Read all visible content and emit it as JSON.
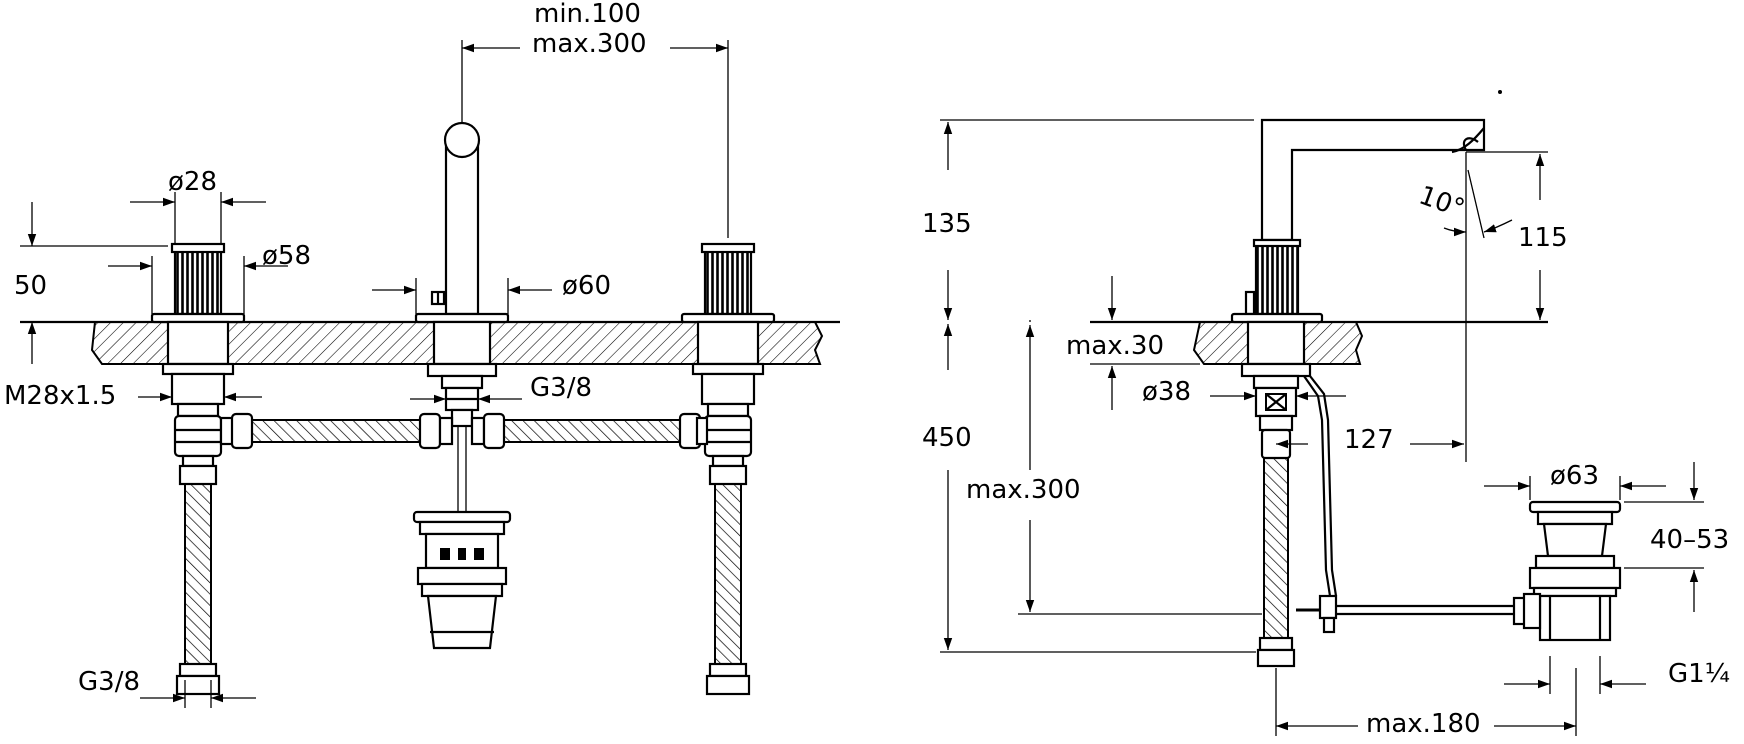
{
  "labels": {
    "min_100": "min.100",
    "max_300_top": "max.300",
    "d28": "ø28",
    "d58": "ø58",
    "d60": "ø60",
    "h50": "50",
    "m28": "M28x1.5",
    "g38_center": "G3/8",
    "g38_left": "G3/8",
    "h135": "135",
    "h115": "115",
    "ang10": "10°",
    "max30": "max.30",
    "d38": "ø38",
    "h450": "450",
    "max300_side": "max.300",
    "l127": "127",
    "d63": "ø63",
    "r40_53": "40–53",
    "g114": "G1¼",
    "max180": "max.180"
  }
}
